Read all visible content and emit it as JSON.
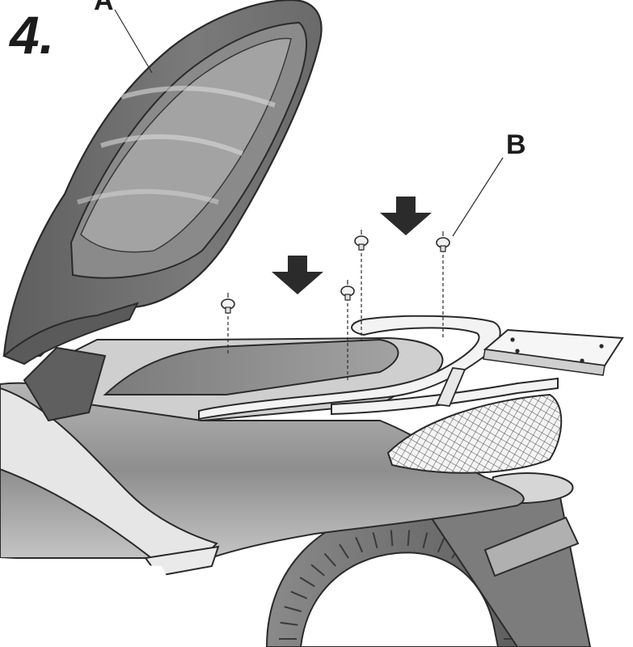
{
  "step": {
    "number": "4."
  },
  "callouts": {
    "a": {
      "letter": "A"
    },
    "b": {
      "letter": "B"
    }
  },
  "parts": {
    "screws": {
      "count_shown": 4
    },
    "arrows": {
      "count_shown": 2,
      "direction": "down"
    }
  },
  "colors": {
    "body_dark": "#6f6f6f",
    "body_mid": "#9a9a9a",
    "body_light": "#c9c9c9",
    "rack": "#f2f2f2",
    "outline": "#2a2a2a",
    "arrow": "#2b2b2b"
  }
}
